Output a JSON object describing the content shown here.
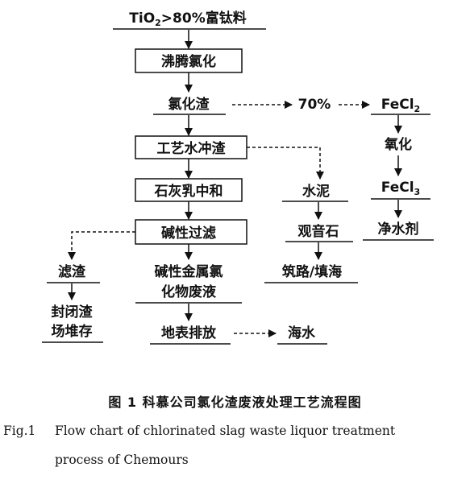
{
  "nodes": {
    "raw": {
      "pre": "TiO",
      "sub": "2",
      "post": ">80%富钛料"
    },
    "boil": "沸腾氯化",
    "slag": "氯化渣",
    "pct": "70%",
    "fecl2": {
      "pre": "FeCl",
      "sub": "2"
    },
    "oxid": "氧化",
    "fecl3": {
      "pre": "FeCl",
      "sub": "3"
    },
    "purifier": "净水剂",
    "flush": "工艺水冲渣",
    "cement": "水泥",
    "guanyin": "观音石",
    "road": "筑路/填海",
    "lime": "石灰乳中和",
    "filter": "碱性过滤",
    "residue": "滤渣",
    "storage": {
      "line1": "封闭渣",
      "line2": "场堆存"
    },
    "alkali": {
      "line1": "碱性金属氯",
      "line2": "化物废液"
    },
    "discharge": "地表排放",
    "sea": "海水"
  },
  "caption": {
    "cn": "图 1   科慕公司氯化渣废液处理工艺流程图",
    "en_fig": "Fig.1",
    "en_line1": "Flow chart of chlorinated slag waste liquor treatment",
    "en_line2": "process of Chemours"
  }
}
